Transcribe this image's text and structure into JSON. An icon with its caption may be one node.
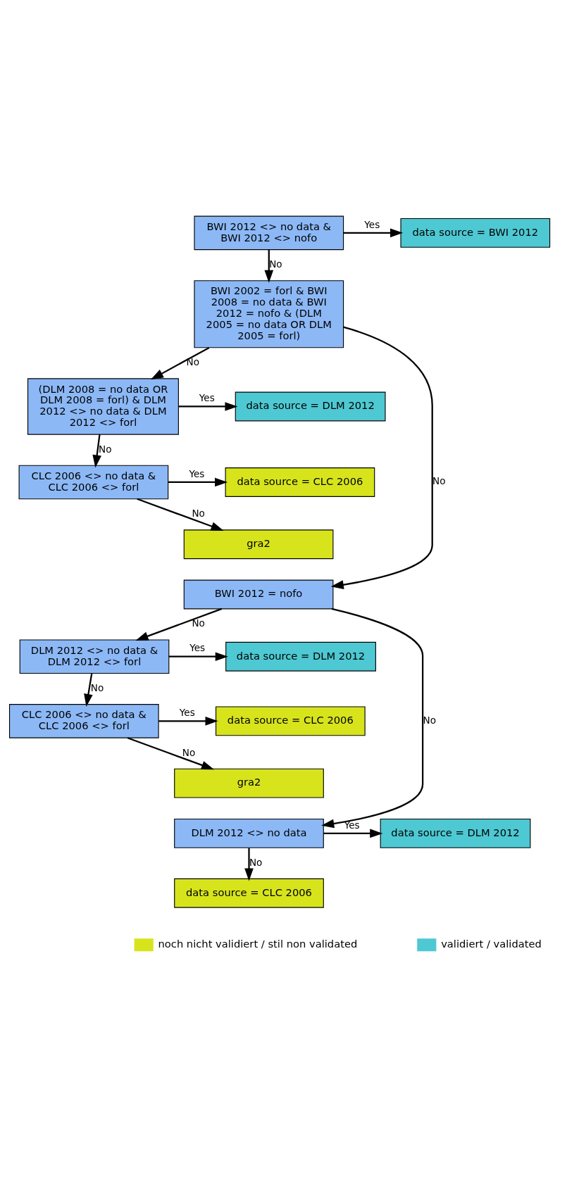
{
  "diagram": {
    "nodes": [
      {
        "text": [
          "BWI 2012 <> no data & BWI 2012 <> nofo"
        ]
      },
      {
        "text": [
          "data source = BWI 2012"
        ]
      },
      {
        "text": [
          "BWI 2002 = forl & BWI 2008 = no data & BWI 2012 = nofo & (DLM 2005 = no data OR DLM 2005 = forl)"
        ]
      },
      {
        "text": [
          "(DLM 2008 = no data OR DLM 2008 = forl) & DLM 2012 <> no data & DLM 2012 <> forl"
        ]
      },
      {
        "text": [
          "data source = DLM 2012"
        ]
      },
      {
        "text": [
          "CLC 2006 <> no data & CLC 2006 <> forl"
        ]
      },
      {
        "text": [
          "data source = CLC 2006"
        ]
      },
      {
        "text": [
          "gra2"
        ]
      },
      {
        "text": [
          "BWI 2012 = nofo"
        ]
      },
      {
        "text": [
          "DLM 2012 <> no data & DLM 2012 <> forl"
        ]
      },
      {
        "text": [
          "data source = DLM 2012"
        ]
      },
      {
        "text": [
          "CLC 2006 <> no data & CLC 2006 <> forl"
        ]
      },
      {
        "text": [
          "data source = CLC 2006"
        ]
      },
      {
        "text": [
          "gra2"
        ]
      },
      {
        "text": [
          "DLM 2012 <> no data"
        ]
      },
      {
        "text": [
          "data source = DLM 2012"
        ]
      },
      {
        "text": [
          "data source = CLC 2006"
        ]
      }
    ],
    "edges": [
      {
        "from": 0,
        "to": 1,
        "arrow": "to",
        "label": "Yes"
      },
      {
        "from": 0,
        "to": 2,
        "arrow": "to",
        "label": "No"
      },
      {
        "from": 2,
        "to": 3,
        "arrow": "to",
        "label": "No"
      },
      {
        "from": 3,
        "to": 4,
        "arrow": "to",
        "label": "Yes"
      },
      {
        "from": 3,
        "to": 5,
        "arrow": "to",
        "label": "No"
      },
      {
        "from": 5,
        "to": 6,
        "arrow": "to",
        "label": "Yes"
      },
      {
        "from": 5,
        "to": 7,
        "arrow": "to",
        "label": "No"
      },
      {
        "from": 2,
        "to": 8,
        "arrow": "to",
        "label": "No"
      },
      {
        "from": 8,
        "to": 9,
        "arrow": "to",
        "label": "No"
      },
      {
        "from": 9,
        "to": 10,
        "arrow": "to",
        "label": "Yes"
      },
      {
        "from": 9,
        "to": 11,
        "arrow": "to",
        "label": "No"
      },
      {
        "from": 11,
        "to": 12,
        "arrow": "to",
        "label": "Yes"
      },
      {
        "from": 11,
        "to": 13,
        "arrow": "to",
        "label": "No"
      },
      {
        "from": 8,
        "to": 14,
        "arrow": "to",
        "label": "No"
      },
      {
        "from": 14,
        "to": 15,
        "arrow": "to",
        "label": "Yes"
      },
      {
        "from": 14,
        "to": 16,
        "arrow": "to",
        "label": "No"
      }
    ],
    "legend": [
      {
        "text": "noch nicht validiert / stil non validated",
        "color": "#d7e41c"
      },
      {
        "text": "validiert / validated",
        "color": "#4ec8d2"
      }
    ]
  }
}
